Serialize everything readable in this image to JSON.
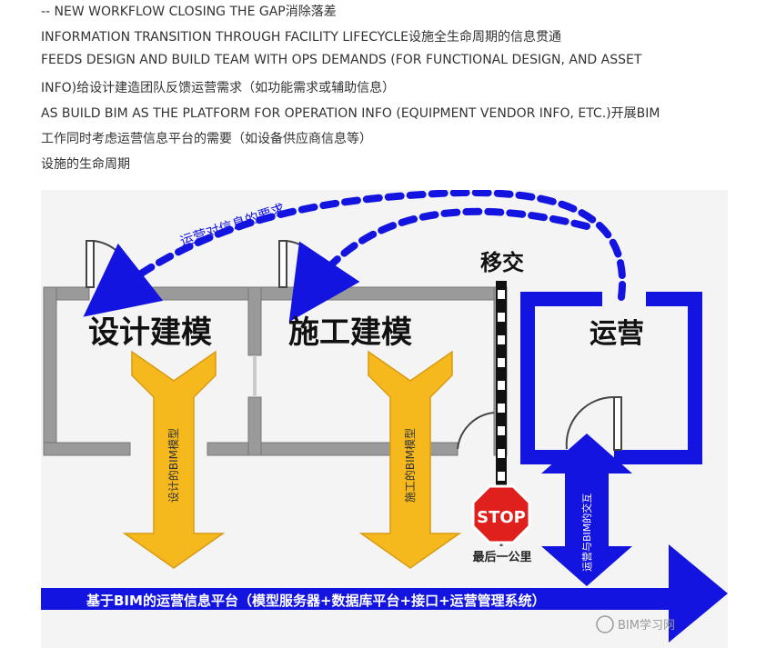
{
  "caption_lines": [
    "-- NEW WORKFLOW CLOSING THE GAP消除落差",
    "INFORMATION TRANSITION THROUGH FACILITY LIFECYCLE设施全生命周期的信息贯通",
    "FEEDS DESIGN AND BUILD TEAM WITH OPS DEMANDS (FOR FUNCTIONAL DESIGN, AND ASSET",
    "INFO)给设计建造团队反馈运营需求（如功能需求或辅助信息）",
    "AS BUILD BIM AS THE PLATFORM FOR OPERATION INFO (EQUIPMENT VENDOR INFO, ETC.)开展BIM",
    "工作同时考虑运营信息平台的需要（如设备供应商信息等）",
    "设施的生命周期"
  ],
  "diagram": {
    "feedback_label": "运营对信息的要求",
    "handover_label": "移交",
    "rooms": {
      "design": "设计建模",
      "construction": "施工建模",
      "operation": "运营"
    },
    "design_arrow_label": "设计的BIM模型",
    "construction_arrow_label": "施工的BIM模型",
    "interaction_label": "运营与BIM的交互",
    "stop_sign": "STOP",
    "last_mile": "最后一公里",
    "platform_banner": "基于BIM的运营信息平台（模型服务器+数据库平台+接口+运营管理系统）",
    "watermark": "BIM学习网"
  },
  "colors": {
    "wall_gray": "#9a9a9a",
    "operation_blue": "#1414e0",
    "arrow_yellow": "#f5b91e",
    "stop_red": "#e0201c",
    "background": "#f4f4f4"
  }
}
